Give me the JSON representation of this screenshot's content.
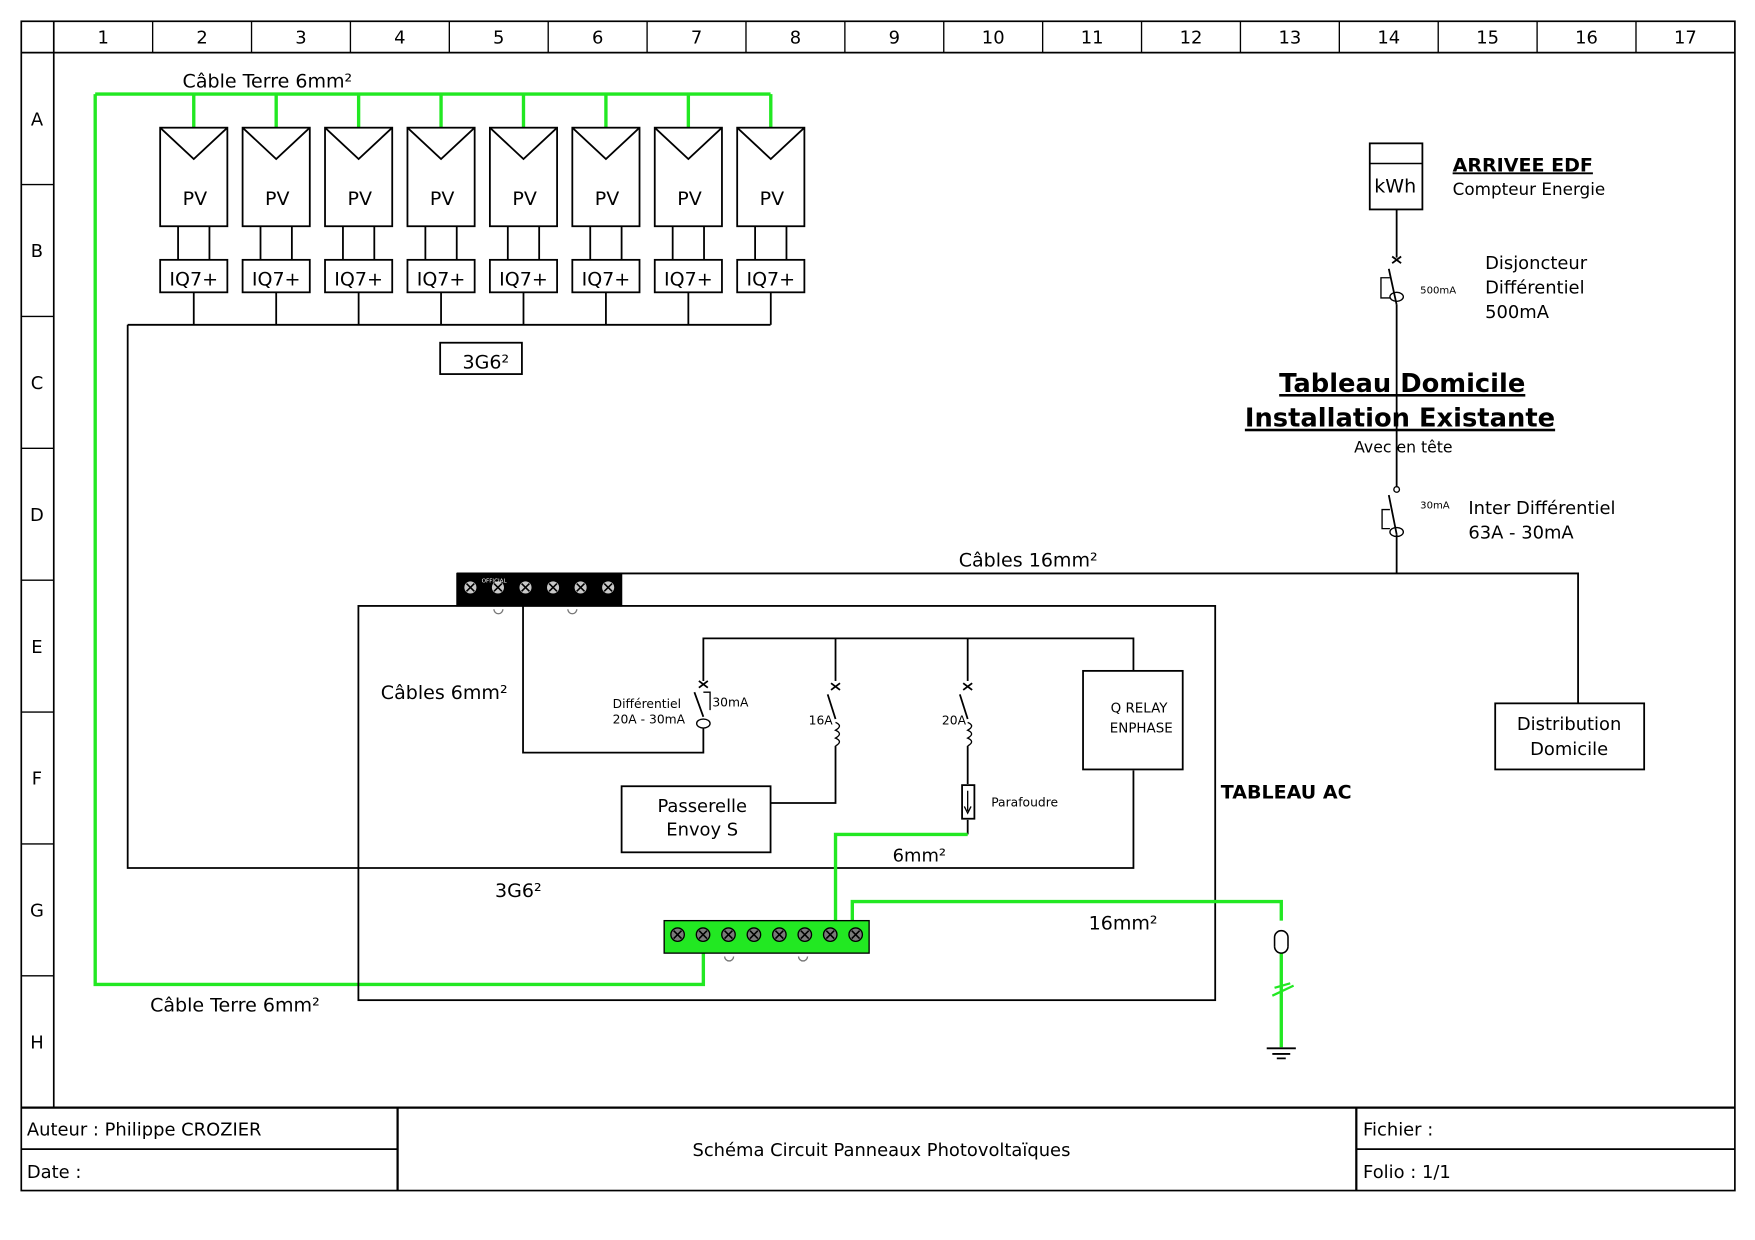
{
  "grid": {
    "columns": [
      "1",
      "2",
      "3",
      "4",
      "5",
      "6",
      "7",
      "8",
      "9",
      "10",
      "11",
      "12",
      "13",
      "14",
      "15",
      "16",
      "17"
    ],
    "rows": [
      "A",
      "B",
      "C",
      "D",
      "E",
      "F",
      "G",
      "H"
    ]
  },
  "pv_array": {
    "panel_label": "PV",
    "micro_inverter_label": "IQ7+",
    "count": 8,
    "ground_cable_label": "Câble Terre 6mm²",
    "dc_cable_label": "3G6²"
  },
  "edf": {
    "title": "ARRIVEE EDF",
    "subtitle": "Compteur Energie",
    "meter_label": "kWh",
    "breaker_rating": "500mA",
    "breaker_desc": [
      "Disjoncteur",
      "Différentiel",
      "500mA"
    ]
  },
  "home_panel": {
    "title_line1": "Tableau Domicile",
    "title_line2": "Installation Existante",
    "subtitle": "Avec en tête",
    "switch_rating": "30mA",
    "switch_desc": [
      "Inter Différentiel",
      "63A - 30mA"
    ],
    "distribution_label": [
      "Distribution",
      "Domicile"
    ]
  },
  "cables": {
    "main_feed": "Câbles 16mm²",
    "ac_feed": "Câbles 6mm²",
    "arrester_ground": "6mm²",
    "earth_ground": "16mm²",
    "pv_return": "3G6²",
    "bottom_ground": "Câble Terre 6mm²"
  },
  "ac_panel": {
    "title": "TABLEAU AC",
    "rcd_desc": [
      "Différentiel",
      "20A - 30mA"
    ],
    "rcd_rating": "30mA",
    "breaker_16": "16A",
    "breaker_20": "20A",
    "arrester_label": "Parafoudre",
    "q_relay": [
      "Q RELAY",
      "ENPHASE"
    ],
    "envoy": [
      "Passerelle",
      "Envoy S"
    ],
    "busbar_mark": "OFFICIAL"
  },
  "title_block": {
    "author": "Auteur : Philippe CROZIER",
    "date": "Date :",
    "title": "Schéma Circuit Panneaux Photovoltaïques",
    "file": "Fichier :",
    "folio": "Folio : 1/1"
  },
  "colors": {
    "ground_wire": "#22e822",
    "line": "#000000",
    "busbar_black": "#000000",
    "busbar_green": "#22e822"
  }
}
